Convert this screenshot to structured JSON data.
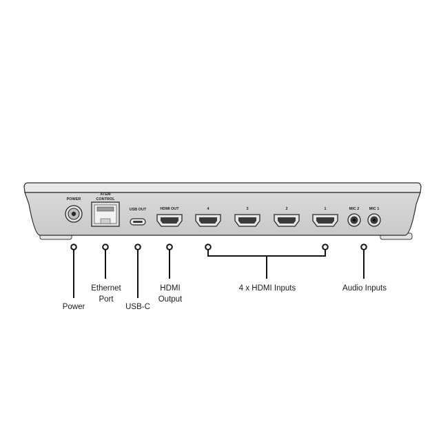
{
  "device": {
    "port_labels": {
      "power": "POWER",
      "atem_control_line1": "ATEM",
      "atem_control_line2": "CONTROL",
      "usb_out": "USB OUT",
      "hdmi_out": "HDMI OUT",
      "hdmi_in_4": "4",
      "hdmi_in_3": "3",
      "hdmi_in_2": "2",
      "hdmi_in_1": "1",
      "mic_2": "MIC 2",
      "mic_1": "MIC 1"
    }
  },
  "callouts": {
    "power": "Power",
    "ethernet_line1": "Ethernet",
    "ethernet_line2": "Port",
    "usb_c": "USB-C",
    "hdmi_output_line1": "HDMI",
    "hdmi_output_line2": "Output",
    "hdmi_inputs": "4 x HDMI Inputs",
    "audio_inputs": "Audio Inputs"
  },
  "colors": {
    "chassis": "#d3d3d5",
    "chassis_light": "#e6e6e7",
    "outline": "#2a2a2a",
    "port_dark": "#3a3a3a"
  }
}
